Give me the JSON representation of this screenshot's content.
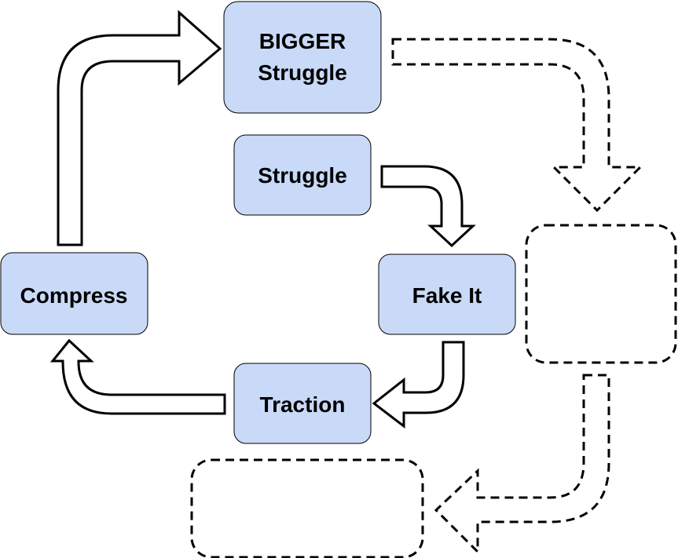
{
  "colors": {
    "box_fill": "#c9daf8",
    "box_stroke": "#000000",
    "arrow_fill": "#ffffff",
    "arrow_stroke": "#000000",
    "text": "#000000"
  },
  "nodes": {
    "bigger_struggle": {
      "line1": "BIGGER",
      "line2": "Struggle"
    },
    "struggle": {
      "label": "Struggle"
    },
    "fake_it": {
      "label": "Fake It"
    },
    "compress": {
      "label": "Compress"
    },
    "traction": {
      "label": "Traction"
    },
    "empty_right": {
      "label": ""
    },
    "empty_bottom": {
      "label": ""
    }
  }
}
